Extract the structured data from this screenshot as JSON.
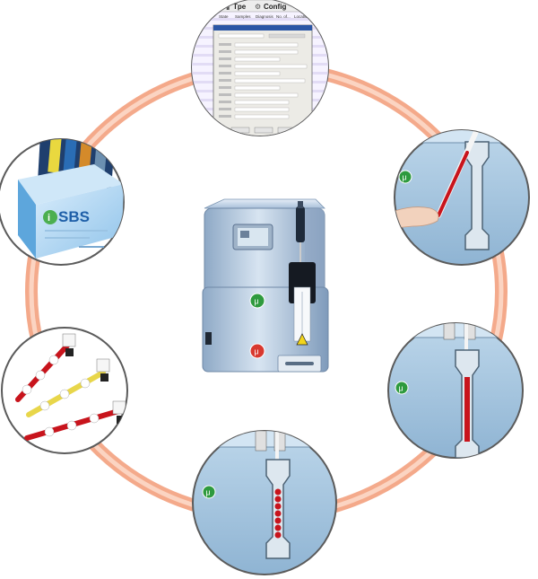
{
  "software_window": {
    "toolbar": [
      {
        "label": "Tpe",
        "icon": "tube-icon"
      },
      {
        "label": "Config",
        "icon": "gear-icon"
      }
    ],
    "columns": [
      "State",
      "Samples",
      "Diagnosis",
      "No. of...",
      "Location"
    ]
  },
  "sample_box": {
    "logo_prefix": "i",
    "logo_text": "SBS"
  },
  "device": {
    "badges": [
      {
        "symbol": "μ",
        "color": "#2e9a3e"
      },
      {
        "symbol": "μ",
        "color": "#d8382e"
      }
    ]
  },
  "step_badges": [
    {
      "symbol": "μ",
      "color": "#2e9a3e"
    },
    {
      "symbol": "μ",
      "color": "#2e9a3e"
    },
    {
      "symbol": "μ",
      "color": "#2e9a3e"
    }
  ],
  "colors": {
    "ring": "#f6b79c",
    "circle_border": "#5b5b5b",
    "panel_blue": "#a9c9e2",
    "blood": "#c8141c",
    "serum": "#e8d64a",
    "device_body": "#b9cfe6"
  }
}
